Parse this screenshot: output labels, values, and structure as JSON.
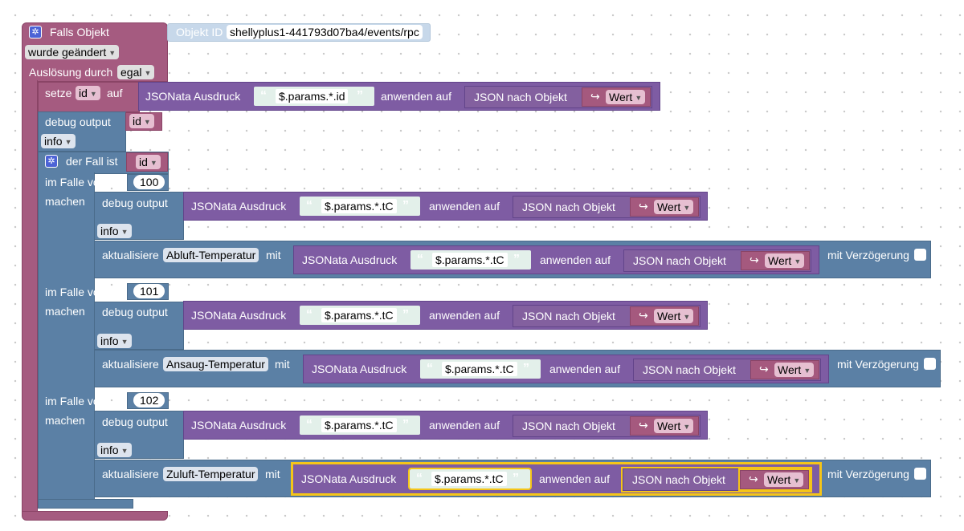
{
  "trigger": {
    "title": "Falls Objekt",
    "object_label": "Objekt ID",
    "object_id": "shellyplus1-441793d07ba4/events/rpc",
    "changed": "wurde geändert",
    "triggered_by_label": "Auslösung durch",
    "triggered_by": "egal"
  },
  "set": {
    "label": "setze",
    "var": "id",
    "on": "auf"
  },
  "common": {
    "jsonata": "JSONata Ausdruck",
    "apply_on": "anwenden auf",
    "json_to_obj": "JSON nach Objekt",
    "value": "Wert",
    "arrow": "↪",
    "quote_open": "“",
    "quote_close": "”"
  },
  "expr_id": "$.params.*.id",
  "expr_tc": "$.params.*.tC",
  "debug": {
    "label": "debug output",
    "var": "id",
    "level": "info"
  },
  "switch": {
    "label": "der Fall ist",
    "var": "id",
    "case_label": "im Falle von",
    "do_label": "machen"
  },
  "cases": [
    {
      "value": "100",
      "state": "Abluft-Temperatur"
    },
    {
      "value": "101",
      "state": "Ansaug-Temperatur"
    },
    {
      "value": "102",
      "state": "Zuluft-Temperatur"
    }
  ],
  "update": {
    "label": "aktualisiere",
    "with": "mit",
    "delay_label": "mit Verzögerung"
  }
}
